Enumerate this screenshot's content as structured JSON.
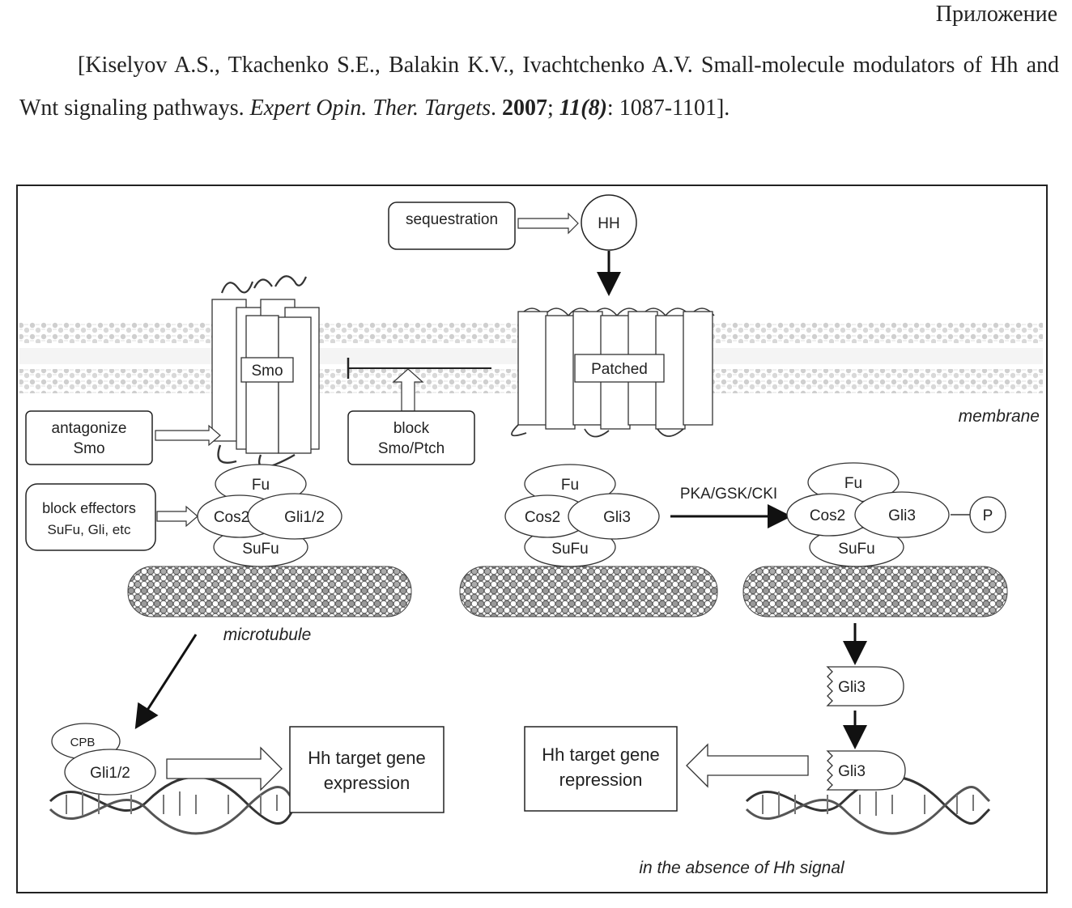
{
  "header": {
    "appendix_label": "Приложение",
    "citation": {
      "authors_title": "[Kiselyov A.S., Tkachenko S.E., Balakin K.V., Ivachtchenko A.V. Small-molecule modulators of Hh and Wnt signaling pathways.",
      "journal": "Expert Opin. Ther. Targets",
      "year": "2007",
      "volume": "11(8)",
      "pages": "1087-1101]."
    }
  },
  "diagram": {
    "sequestration": "sequestration",
    "hh": "HH",
    "smo": "Smo",
    "patched": "Patched",
    "membrane": "membrane",
    "antagonize_line1": "antagonize",
    "antagonize_line2": "Smo",
    "block_line1": "block",
    "block_line2": "Smo/Ptch",
    "block_effectors_line1": "block effectors",
    "block_effectors_line2": "SuFu, Gli, etc",
    "left_complex": {
      "fu": "Fu",
      "cos2": "Cos2",
      "gli": "Gli1/2",
      "sufu": "SuFu"
    },
    "mid_complex": {
      "fu": "Fu",
      "cos2": "Cos2",
      "gli": "Gli3",
      "sufu": "SuFu"
    },
    "right_complex": {
      "fu": "Fu",
      "cos2": "Cos2",
      "gli": "Gli3",
      "sufu": "SuFu",
      "p": "P"
    },
    "kinases": "PKA/GSK/CKI",
    "microtubule": "microtubule",
    "cpb": "CPB",
    "gli12_dna": "Gli1/2",
    "expression_line1": "Hh target gene",
    "expression_line2": "expression",
    "repression_line1": "Hh target gene",
    "repression_line2": "repression",
    "gli3_free": "Gli3",
    "gli3_dna": "Gli3",
    "absence_caption": "in the absence of Hh signal"
  }
}
